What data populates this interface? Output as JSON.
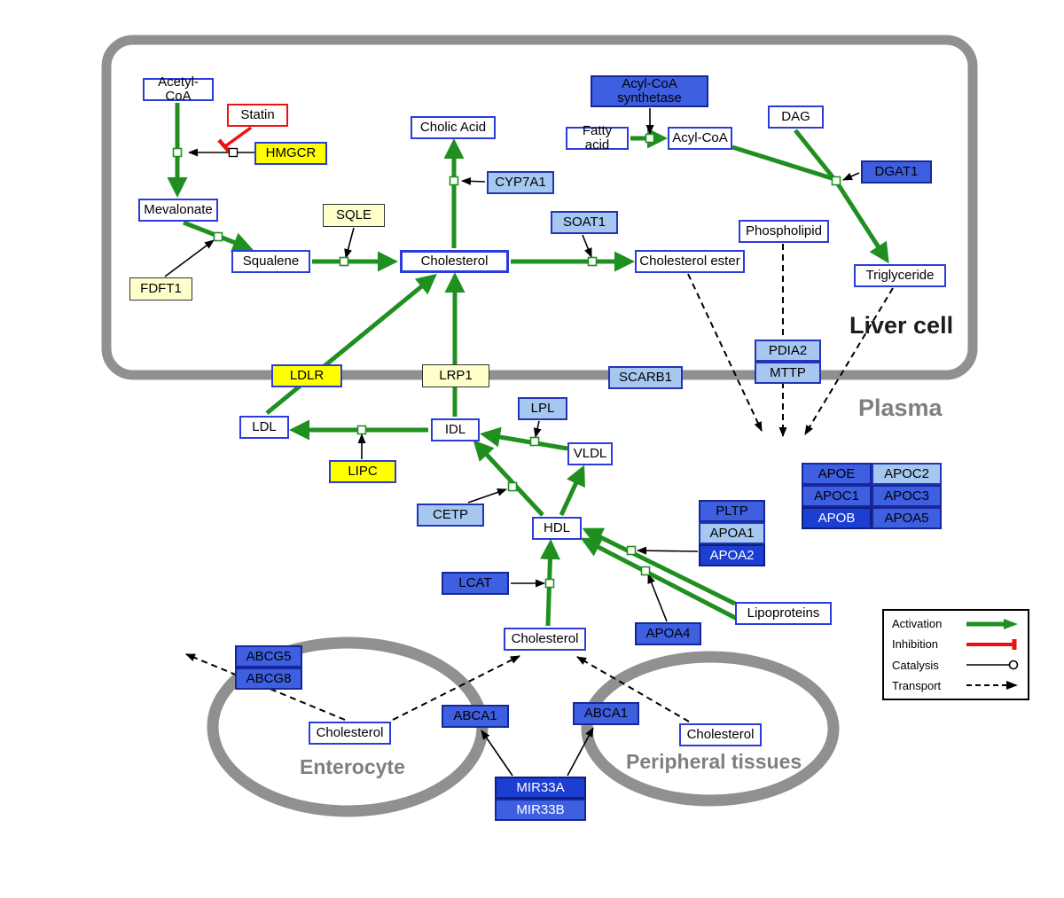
{
  "compartments": {
    "liver_cell": "Liver cell",
    "plasma": "Plasma",
    "enterocyte": "Enterocyte",
    "peripheral_tissues": "Peripheral tissues"
  },
  "nodes": {
    "acetyl_coa": "Acetyl-CoA",
    "statin": "Statin",
    "hmgcr": "HMGCR",
    "mevalonate": "Mevalonate",
    "sqle": "SQLE",
    "fdft1": "FDFT1",
    "squalene": "Squalene",
    "cholesterol_liver": "Cholesterol",
    "cholic_acid": "Cholic Acid",
    "cyp7a1": "CYP7A1",
    "soat1": "SOAT1",
    "cholesterol_ester": "Cholesterol ester",
    "acyl_coa_synthetase": "Acyl-CoA synthetase",
    "fatty_acid": "Fatty acid",
    "acyl_coa": "Acyl-CoA",
    "dag": "DAG",
    "dgat1": "DGAT1",
    "phospholipid": "Phospholipid",
    "triglyceride": "Triglyceride",
    "ldlr": "LDLR",
    "lrp1": "LRP1",
    "scarb1": "SCARB1",
    "pdia2": "PDIA2",
    "mttp": "MTTP",
    "ldl": "LDL",
    "idl": "IDL",
    "lpl": "LPL",
    "vldl": "VLDL",
    "lipc": "LIPC",
    "cetp": "CETP",
    "hdl": "HDL",
    "pltp": "PLTP",
    "apoa1": "APOA1",
    "apoa2": "APOA2",
    "lcat": "LCAT",
    "apoa4": "APOA4",
    "lipoproteins": "Lipoproteins",
    "apoe": "APOE",
    "apoc2": "APOC2",
    "apoc1": "APOC1",
    "apoc3": "APOC3",
    "apob": "APOB",
    "apoa5": "APOA5",
    "cholesterol_plasma": "Cholesterol",
    "abcg5": "ABCG5",
    "abcg8": "ABCG8",
    "cholesterol_enterocyte": "Cholesterol",
    "abca1_enterocyte": "ABCA1",
    "abca1_peripheral": "ABCA1",
    "cholesterol_peripheral": "Cholesterol",
    "mir33a": "MIR33A",
    "mir33b": "MIR33B"
  },
  "legend": {
    "activation": "Activation",
    "inhibition": "Inhibition",
    "catalysis": "Catalysis",
    "transport": "Transport"
  },
  "colors": {
    "activation_green": "#1f8f1f",
    "inhibition_red": "#ee1111",
    "metabolite_border_blue": "#2b3cdc",
    "gene_yellow": "#ffff00",
    "gene_cream": "#ffffcc",
    "gene_light_blue": "#a6c8f0",
    "gene_blue": "#3d5fe0",
    "gene_dark_blue": "#1c3ed2",
    "membrane_gray": "#909090"
  }
}
